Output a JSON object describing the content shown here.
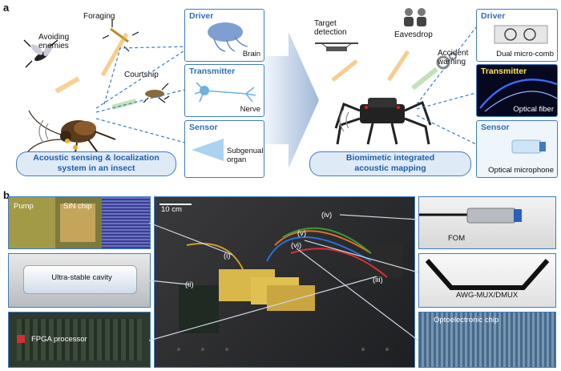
{
  "panel_a": {
    "letter": "a",
    "insect_labels": {
      "avoiding_enemies": "Avoiding enemies",
      "foraging": "Foraging",
      "courtship": "Courtship"
    },
    "cards_left": [
      {
        "title": "Driver",
        "sub": "Brain"
      },
      {
        "title": "Transmitter",
        "sub": "Nerve"
      },
      {
        "title": "Sensor",
        "sub1": "Subgenual",
        "sub2": "organ"
      }
    ],
    "left_caption": {
      "line1": "Acoustic sensing & localization",
      "line2": "system in an insect"
    },
    "robot_labels": {
      "target_detection": "Target detection",
      "eavesdrop": "Eavesdrop",
      "accident_warning": "Accident warning"
    },
    "cards_right": [
      {
        "title": "Driver",
        "sub": "Dual micro-comb"
      },
      {
        "title": "Transmitter",
        "sub": "Optical fiber"
      },
      {
        "title": "Sensor",
        "sub": "Optical microphone"
      }
    ],
    "right_caption": {
      "line1": "Biomimetic integrated",
      "line2": "acoustic mapping"
    }
  },
  "panel_b": {
    "letter": "b",
    "left_photos": {
      "pump": "Pump",
      "sin_chip": "SiN chip",
      "cavity": "Ultra-stable cavity",
      "fpga": "FPGA processor"
    },
    "center": {
      "scale_bar": "10 cm",
      "markers": [
        "(i)",
        "(ii)",
        "(iii)",
        "(iv)",
        "(v)",
        "(vi)"
      ]
    },
    "right_photos": {
      "fom": "FOM",
      "awg": "AWG-MUX/DMUX",
      "chip": "Optoelectronic chip"
    }
  },
  "colors": {
    "accent": "#3e7cc0",
    "pill_fill": "#dfeaf7",
    "title_blue": "#2f6fb6"
  }
}
